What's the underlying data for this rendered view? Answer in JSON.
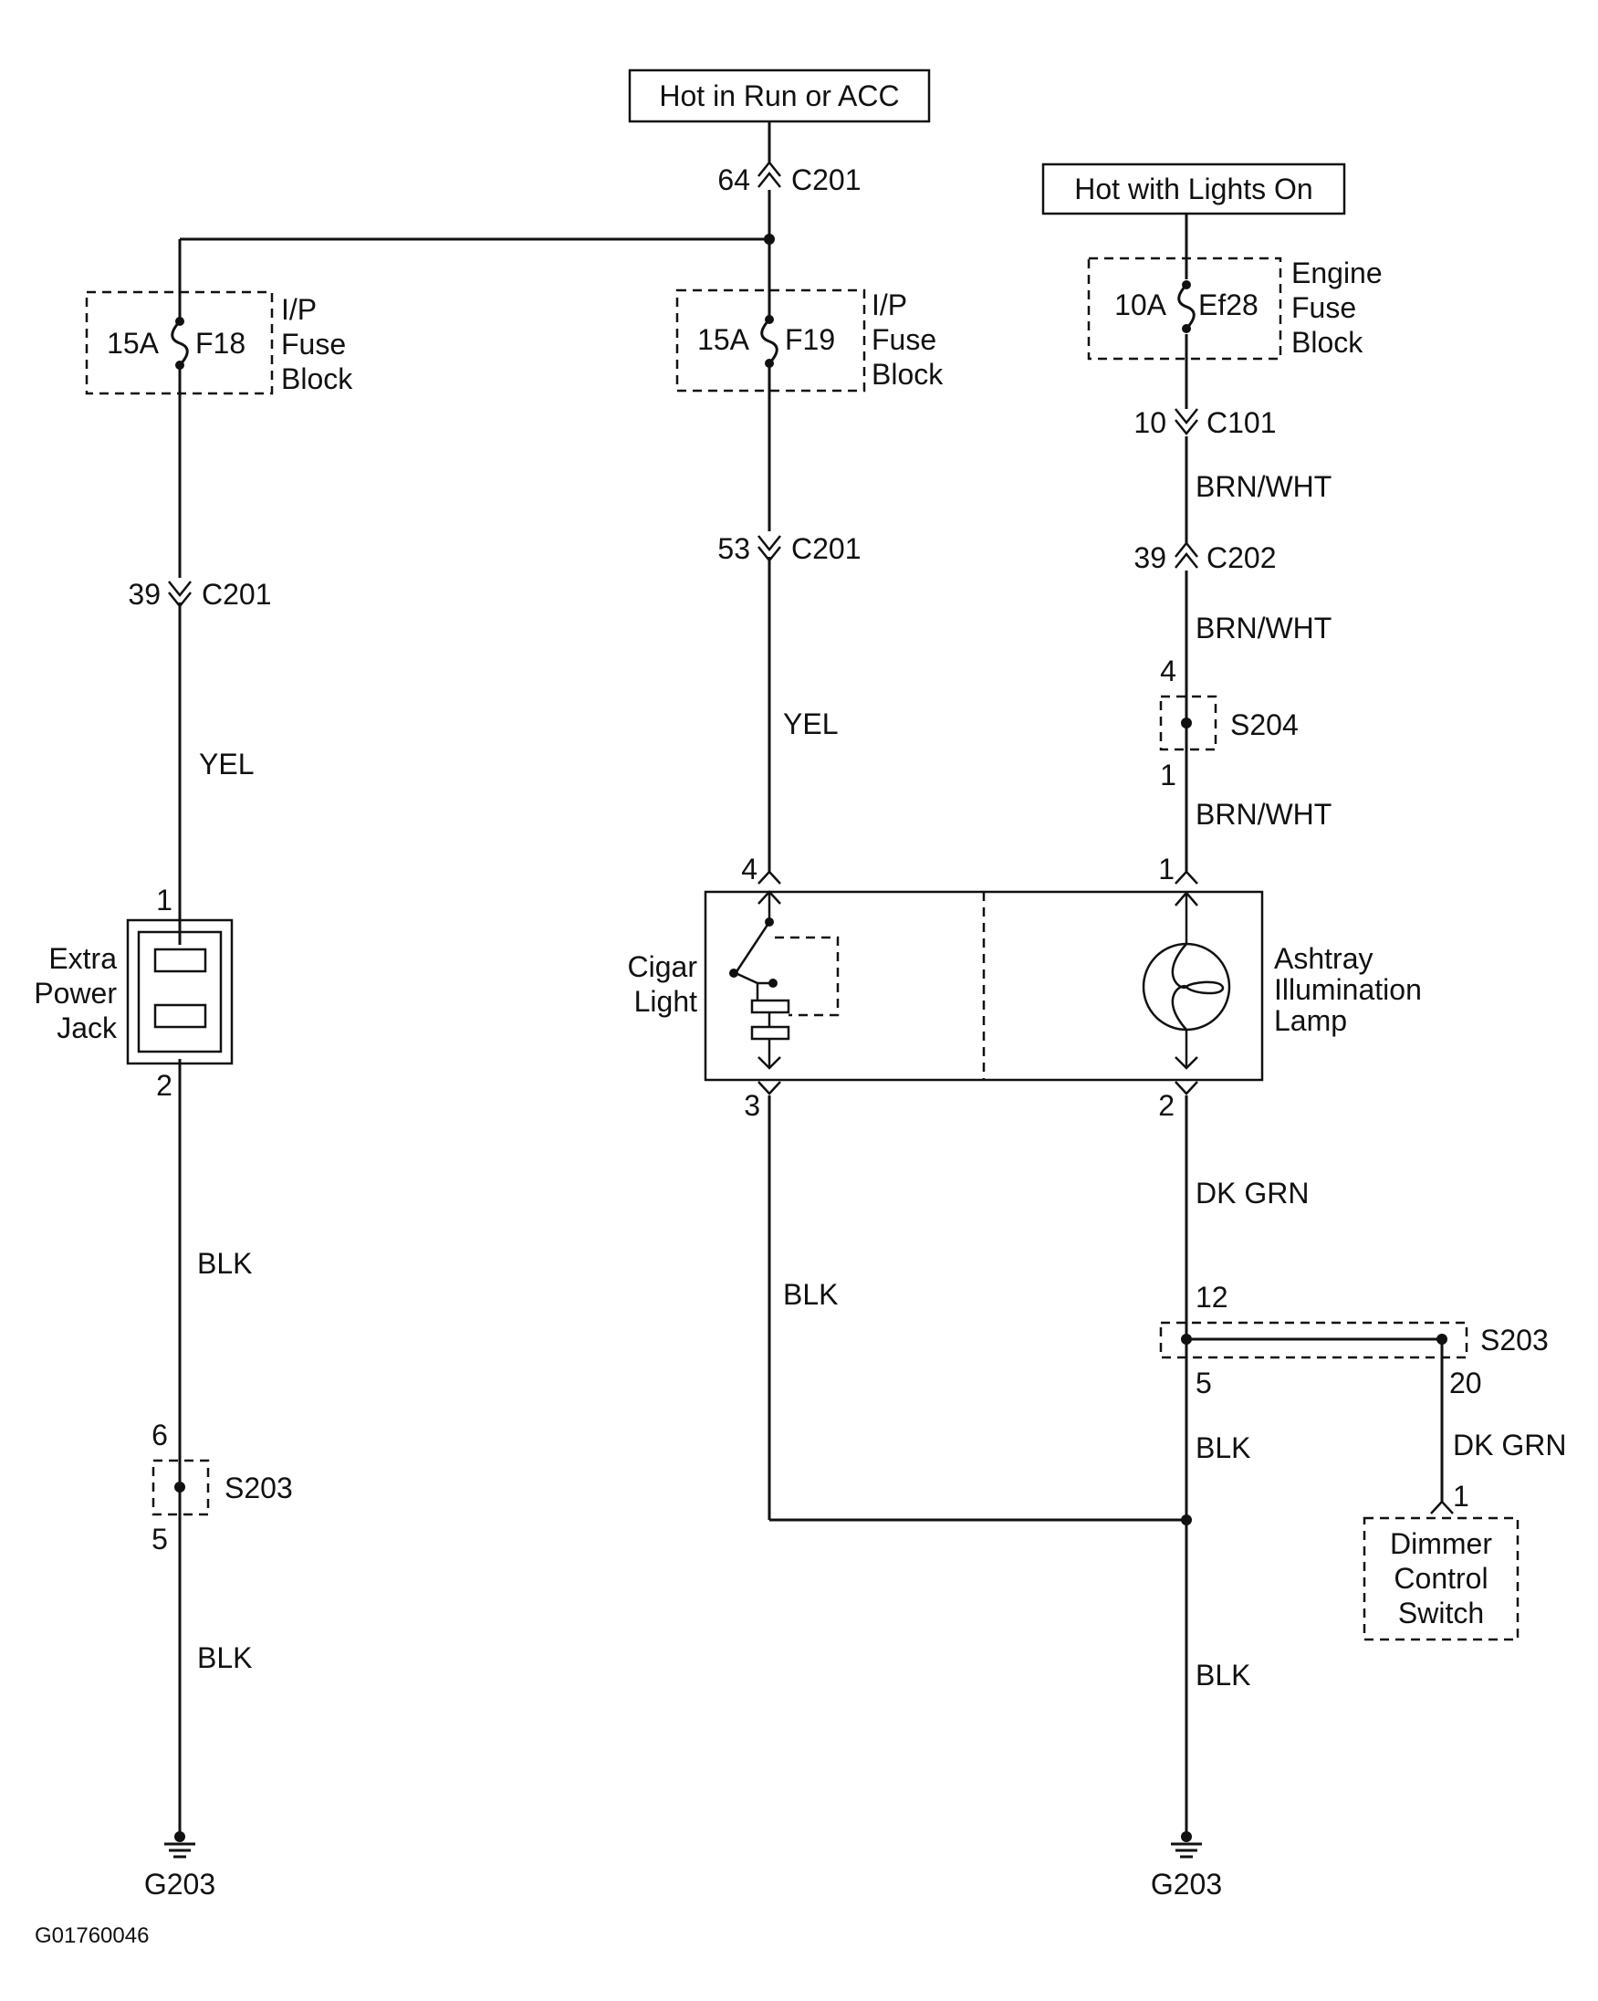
{
  "power_sources": {
    "run_acc": "Hot in Run or ACC",
    "lights_on": "Hot with Lights On"
  },
  "connectors": {
    "c201_top": {
      "pin": "64",
      "name": "C201"
    },
    "c201_left": {
      "pin": "39",
      "name": "C201"
    },
    "c201_mid": {
      "pin": "53",
      "name": "C201"
    },
    "c101": {
      "pin": "10",
      "name": "C101"
    },
    "c202": {
      "pin": "39",
      "name": "C202"
    }
  },
  "fuses": {
    "f18": {
      "amps": "15A",
      "name": "F18",
      "block_line1": "I/P",
      "block_line2": "Fuse",
      "block_line3": "Block"
    },
    "f19": {
      "amps": "15A",
      "name": "F19",
      "block_line1": "I/P",
      "block_line2": "Fuse",
      "block_line3": "Block"
    },
    "ef28": {
      "amps": "10A",
      "name": "Ef28",
      "block_line1": "Engine",
      "block_line2": "Fuse",
      "block_line3": "Block"
    }
  },
  "wires": {
    "left_yel": "YEL",
    "left_blk_upper": "BLK",
    "left_blk_lower": "BLK",
    "mid_yel": "YEL",
    "mid_blk": "BLK",
    "right_brnwht_1": "BRN/WHT",
    "right_brnwht_2": "BRN/WHT",
    "right_brnwht_3": "BRN/WHT",
    "right_dkgrn": "DK GRN",
    "right_blk_upper": "BLK",
    "right_blk_lower": "BLK",
    "dimmer_dkgrn": "DK GRN"
  },
  "components": {
    "extra_power_jack": {
      "line1": "Extra",
      "line2": "Power",
      "line3": "Jack",
      "pin_top": "1",
      "pin_bottom": "2"
    },
    "cigar_light": {
      "line1": "Cigar",
      "line2": "Light",
      "pin_top": "4",
      "pin_bottom": "3"
    },
    "ashtray_lamp": {
      "line1": "Ashtray",
      "line2": "Illumination",
      "line3": "Lamp",
      "pin_top": "1",
      "pin_bottom": "2"
    },
    "dimmer_switch": {
      "line1": "Dimmer",
      "line2": "Control",
      "line3": "Switch",
      "pin": "1"
    }
  },
  "splices": {
    "s203_left": {
      "name": "S203",
      "pin_top": "6",
      "pin_bottom": "5"
    },
    "s204": {
      "name": "S204",
      "pin_top": "4",
      "pin_bottom": "1"
    },
    "s203_right": {
      "name": "S203",
      "pin_top": "12",
      "pin_bottom": "5",
      "pin_side": "20"
    }
  },
  "grounds": {
    "left": "G203",
    "right": "G203"
  },
  "figure_id": "G01760046"
}
